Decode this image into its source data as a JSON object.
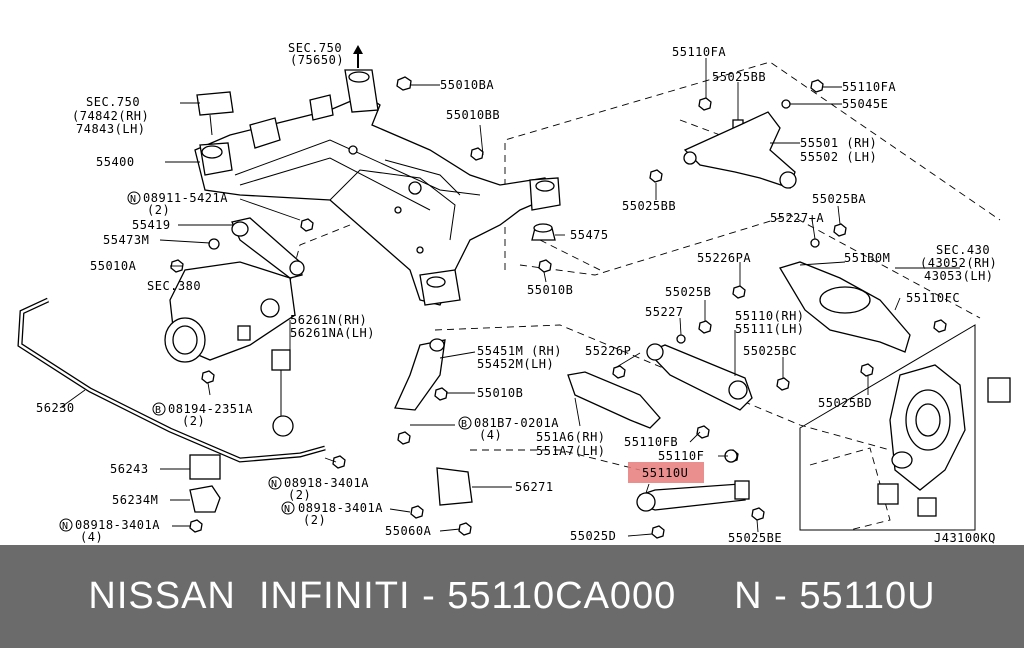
{
  "labels": {
    "sec750_top_a": "SEC.750",
    "sec750_top_b": "(75650)",
    "b55010BA": "55010BA",
    "b55010BB": "55010BB",
    "b55110FA_a": "55110FA",
    "b55025BB_a": "55025BB",
    "b55110FA_b": "55110FA",
    "b55045E": "55045E",
    "sec750_left_a": "SEC.750",
    "sec750_left_b": "(74842(RH)",
    "sec750_left_c": "74843(LH)",
    "b55400": "55400",
    "n08911_a": "08911-5421A",
    "n08911_b": "(2)",
    "b55419": "55419",
    "b55473M": "55473M",
    "b55010A": "55010A",
    "sec380": "SEC.380",
    "b55501": "55501 (RH)",
    "b55502": "55502 (LH)",
    "b55025BB_b": "55025BB",
    "b55025BA": "55025BA",
    "b55227A": "55227+A",
    "b55475": "55475",
    "b55010B_a": "55010B",
    "b55226PA": "55226PA",
    "b551B0M": "551B0M",
    "sec430_a": "SEC.430",
    "sec430_b": "(43052(RH)",
    "sec430_c": "43053(LH)",
    "b55110FC": "55110FC",
    "b55025B": "55025B",
    "b55227": "55227",
    "b55110RH": "55110(RH)",
    "b55111LH": "55111(LH)",
    "b56261N": "56261N(RH)",
    "b56261NA": "56261NA(LH)",
    "b55451M": "55451M (RH)",
    "b55452M": "55452M(LH)",
    "b55226P": "55226P",
    "b55025BC": "55025BC",
    "b56230": "56230",
    "n08194_a": "08194-2351A",
    "n08194_b": "(2)",
    "b55010B_b": "55010B",
    "b55025BD": "55025BD",
    "n081B7_a": "081B7-0201A",
    "n081B7_b": "(4)",
    "b551A6": "551A6(RH)",
    "b551A7": "551A7(LH)",
    "b55110FB": "55110FB",
    "b55110F": "55110F",
    "b55110U": "55110U",
    "b56243": "56243",
    "n08918_1a": "08918-3401A",
    "n08918_1b": "(2)",
    "b56271": "56271",
    "n08918_2a": "08918-3401A",
    "n08918_2b": "(2)",
    "b56234M": "56234M",
    "n08918_3a": "08918-3401A",
    "n08918_3b": "(4)",
    "b55060A": "55060A",
    "b55025D": "55025D",
    "b55025BE": "55025BE",
    "code": "J43100KQ",
    "circle_n": "N",
    "circle_b": "B"
  },
  "highlight": {
    "label": "55110U",
    "color": "#e87a7a"
  },
  "footer": {
    "text": "NISSAN  INFINITI - 55110CA000     N - 55110U",
    "background": "#6b6b6b",
    "color": "#ffffff"
  }
}
